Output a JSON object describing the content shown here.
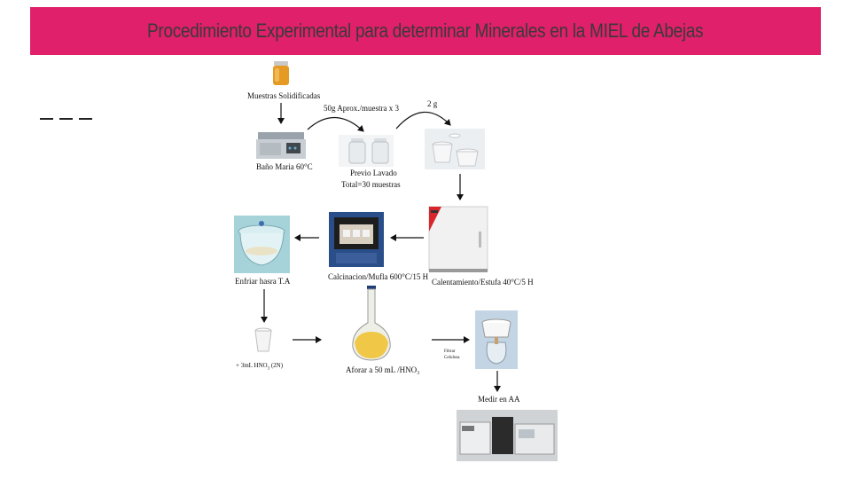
{
  "title": "Procedimiento Experimental para determinar Minerales en la MIEL de Abejas",
  "colors": {
    "title_bar": "#e0206a",
    "arrow": "#111111"
  },
  "steps": {
    "samples": "Muestras Solidificadas",
    "bath": "Baño Maria 60°C",
    "transfer_note": "50g Aprox./muestra x 3",
    "wash": "Previo Lavado",
    "total": "Total=30 muestras",
    "crucible_mass": "2 g",
    "oven": "Calentamiento/Estufa  40°C/5 H",
    "furnace": "Calcinacion/Mufla 600°C/15 H",
    "cool": "Enfriar hasra T.A",
    "acid": "+ 3mL HNO",
    "acid_sub": "3",
    "acid_tail": " (2N)",
    "flask": "Aforar a 50 mL /HNO₃",
    "filter_1": "Filtrar",
    "filter_2": "Celulosa",
    "measure": "Medir en AA"
  }
}
